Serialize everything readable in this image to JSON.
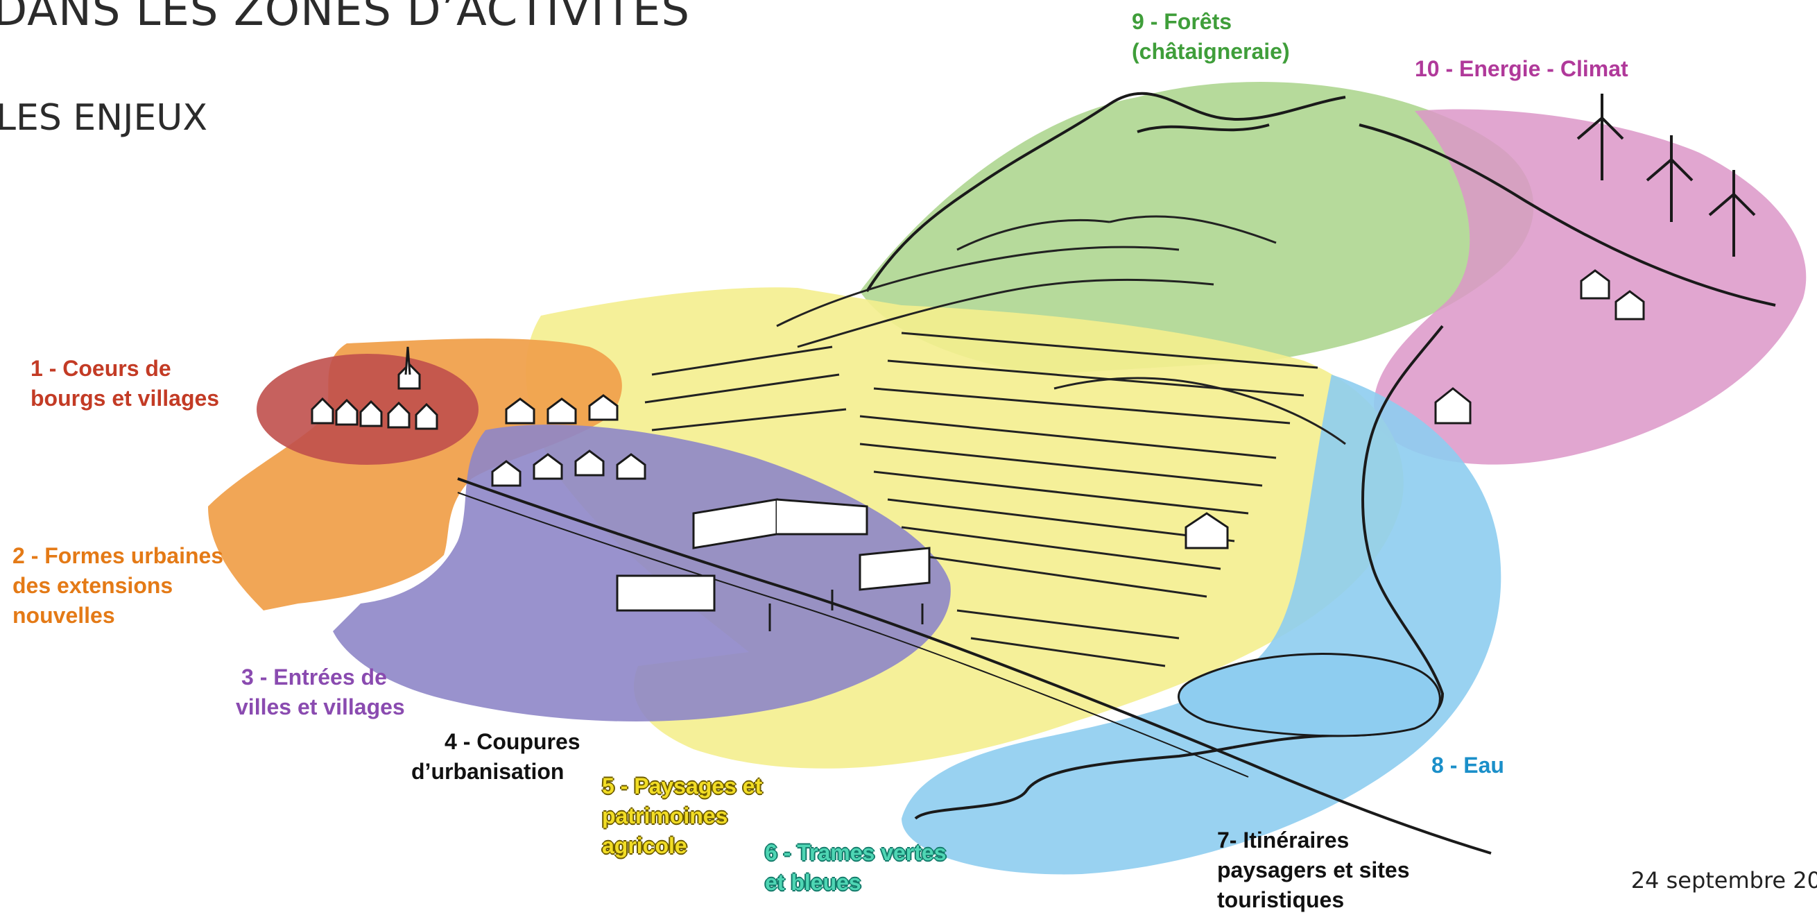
{
  "slide": {
    "title": "DANS LES ZONES D’ACTIVITES",
    "subtitle": "LES ENJEUX",
    "date": "24 septembre 20"
  },
  "colors": {
    "coeurs": "#c0504d",
    "formes": "#f0a14d",
    "entrees": "#8e86c8",
    "paysages": "#f4ee8e",
    "forets": "#a9d38a",
    "energie": "#dc96c8",
    "eau": "#8ecdf0"
  },
  "zones": [
    {
      "id": "z1",
      "lines": [
        "1 - Coeurs de",
        "bourgs et villages"
      ],
      "color": "#c33b25"
    },
    {
      "id": "z2",
      "lines": [
        "2 - Formes urbaines",
        "des extensions",
        "nouvelles"
      ],
      "color": "#e47a16"
    },
    {
      "id": "z3",
      "lines": [
        "3 - Entrées de",
        "villes et villages"
      ],
      "color": "#8a4bb0"
    },
    {
      "id": "z4",
      "lines": [
        "4 - Coupures",
        "d’urbanisation"
      ],
      "color": "#111111"
    },
    {
      "id": "z5",
      "lines": [
        "5 - Paysages et",
        "patrimoines",
        "agricole"
      ],
      "color": "#f2dd25"
    },
    {
      "id": "z6",
      "lines": [
        "6 - Trames vertes",
        "et bleues"
      ],
      "color": "#4fd6b4"
    },
    {
      "id": "z7",
      "lines": [
        "7- Itinéraires",
        "paysagers et sites",
        "touristiques"
      ],
      "color": "#111111"
    },
    {
      "id": "z8",
      "lines": [
        "8 - Eau"
      ],
      "color": "#1b8fc9"
    },
    {
      "id": "z9",
      "lines": [
        "9 - Forêts",
        "(châtaigneraie)"
      ],
      "color": "#3f9e3a"
    },
    {
      "id": "z10",
      "lines": [
        "10 - Energie - Climat"
      ],
      "color": "#b0399a"
    }
  ]
}
